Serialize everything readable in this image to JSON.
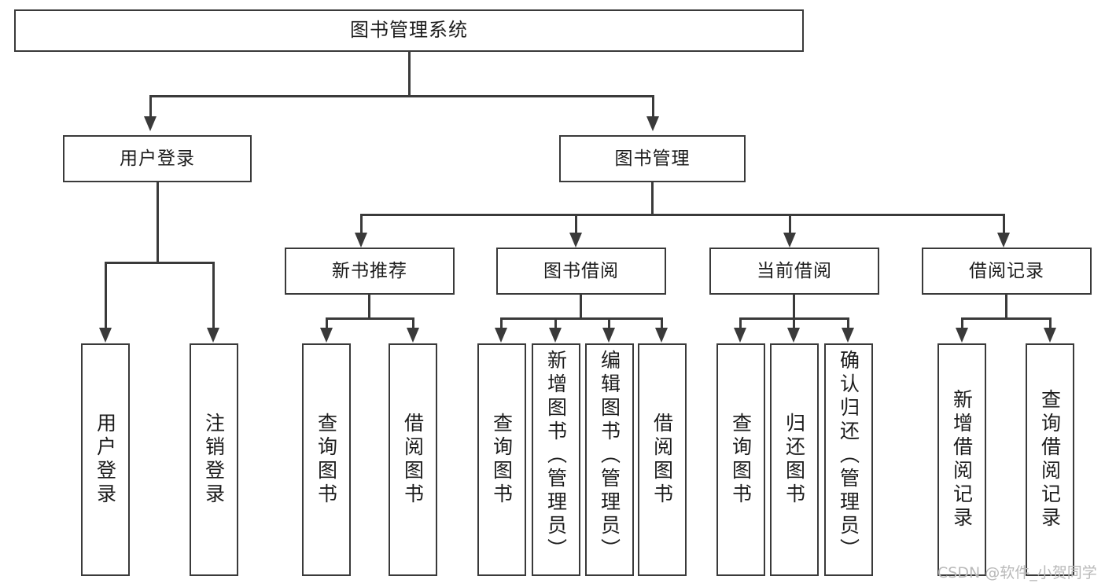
{
  "diagram": {
    "title": "图书管理系统",
    "type": "tree-hierarchy-diagram",
    "colors": {
      "box_border": "#3a3a3a",
      "box_fill": "#ffffff",
      "connector": "#3a3a3a",
      "text": "#1c1c1c",
      "watermark": "#b9b9b9",
      "background": "#ffffff"
    }
  },
  "root": {
    "label": "图书管理系统"
  },
  "level2": [
    {
      "id": "user-login",
      "label": "用户登录"
    },
    {
      "id": "book-management",
      "label": "图书管理"
    }
  ],
  "level3": [
    {
      "id": "new-book-recommend",
      "label": "新书推荐"
    },
    {
      "id": "book-borrow",
      "label": "图书借阅"
    },
    {
      "id": "current-borrow",
      "label": "当前借阅"
    },
    {
      "id": "borrow-record",
      "label": "借阅记录"
    }
  ],
  "leaves": {
    "user_login": [
      {
        "id": "leaf-user-login",
        "label": "用户登录"
      },
      {
        "id": "leaf-logout-login",
        "label": "注销登录"
      }
    ],
    "new_book_recommend": [
      {
        "id": "leaf-query-book-1",
        "label": "查询图书"
      },
      {
        "id": "leaf-borrow-book-1",
        "label": "借阅图书"
      }
    ],
    "book_borrow": [
      {
        "id": "leaf-query-book-2",
        "label": "查询图书"
      },
      {
        "id": "leaf-add-book",
        "label": "新增图书（管理员）"
      },
      {
        "id": "leaf-edit-book",
        "label": "编辑图书（管理员）"
      },
      {
        "id": "leaf-borrow-book-2",
        "label": "借阅图书"
      }
    ],
    "current_borrow": [
      {
        "id": "leaf-query-book-3",
        "label": "查询图书"
      },
      {
        "id": "leaf-return-book",
        "label": "归还图书"
      },
      {
        "id": "leaf-confirm-return",
        "label": "确认归还（管理员）"
      }
    ],
    "borrow_record": [
      {
        "id": "leaf-add-borrow-record",
        "label": "新增借阅记录"
      },
      {
        "id": "leaf-query-borrow-record",
        "label": "查询借阅记录"
      }
    ]
  },
  "watermark": {
    "text": "CSDN @软件_小贺同学"
  }
}
